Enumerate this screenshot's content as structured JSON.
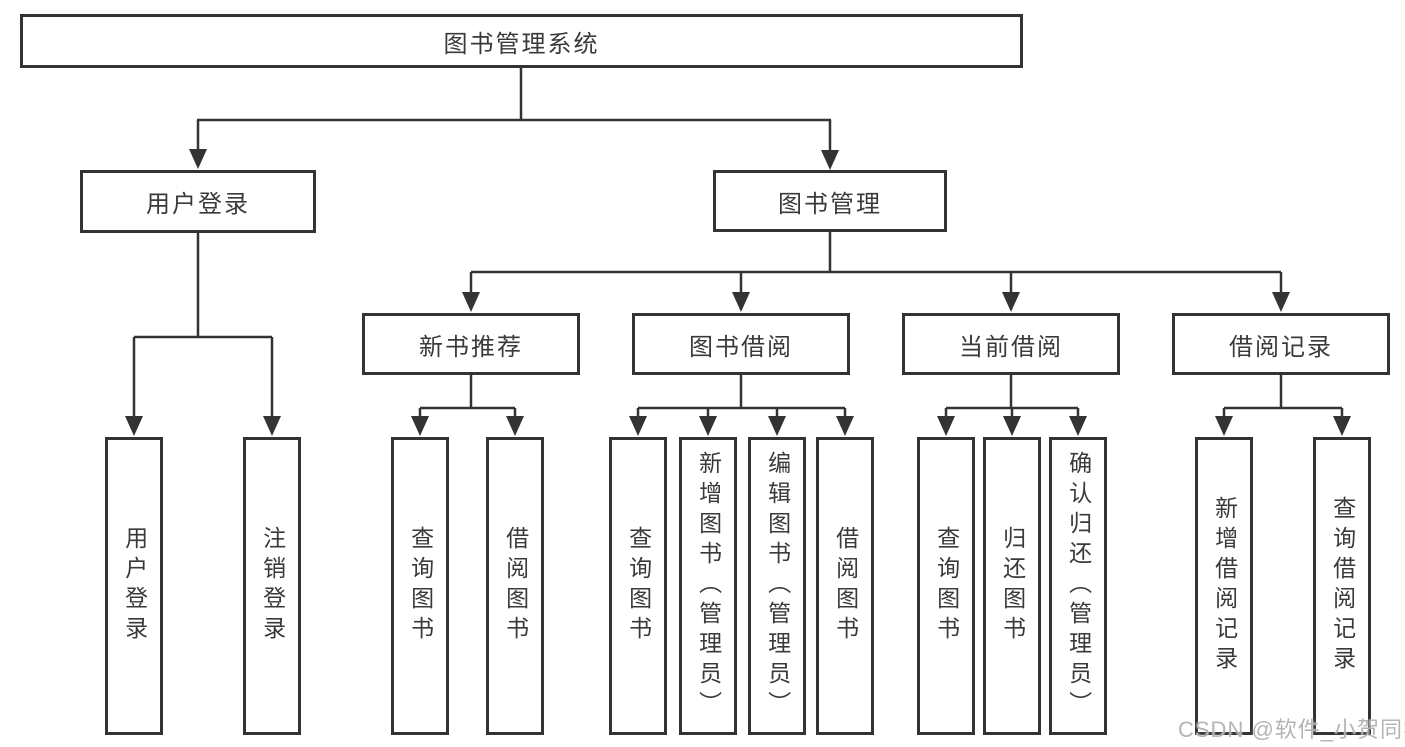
{
  "diagram": {
    "root": {
      "label": "图书管理系统"
    },
    "level2": [
      {
        "label": "用户登录"
      },
      {
        "label": "图书管理"
      }
    ],
    "level3": [
      {
        "label": "新书推荐"
      },
      {
        "label": "图书借阅"
      },
      {
        "label": "当前借阅"
      },
      {
        "label": "借阅记录"
      }
    ],
    "leaves": {
      "user_login": [
        {
          "label": "用户登录"
        },
        {
          "label": "注销登录"
        }
      ],
      "new_book_recommend": [
        {
          "label": "查询图书"
        },
        {
          "label": "借阅图书"
        }
      ],
      "book_borrow": [
        {
          "label": "查询图书"
        },
        {
          "label": "新增图书（管理员）"
        },
        {
          "label": "编辑图书（管理员）"
        },
        {
          "label": "借阅图书"
        }
      ],
      "current_borrow": [
        {
          "label": "查询图书"
        },
        {
          "label": "归还图书"
        },
        {
          "label": "确认归还（管理员）"
        }
      ],
      "borrow_records": [
        {
          "label": "新增借阅记录"
        },
        {
          "label": "查询借阅记录"
        }
      ]
    }
  },
  "watermark": "CSDN @软件_小贺同学",
  "colors": {
    "line": "#333333",
    "text": "#3a3a3a",
    "watermark": "#b0b0b0",
    "background": "#ffffff"
  }
}
